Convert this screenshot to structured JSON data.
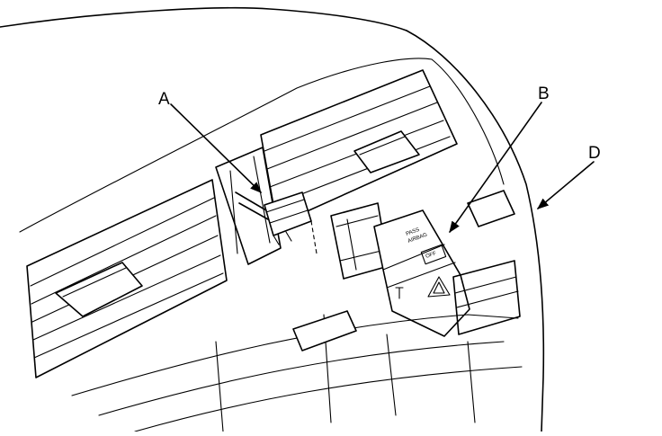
{
  "labels": {
    "a": "A",
    "b": "B",
    "d": "D"
  },
  "switch_text": {
    "line1": "PASS",
    "line2": "AIRBAG",
    "indicator": "OFF"
  },
  "colors": {
    "line": "#000000",
    "background": "#ffffff"
  }
}
